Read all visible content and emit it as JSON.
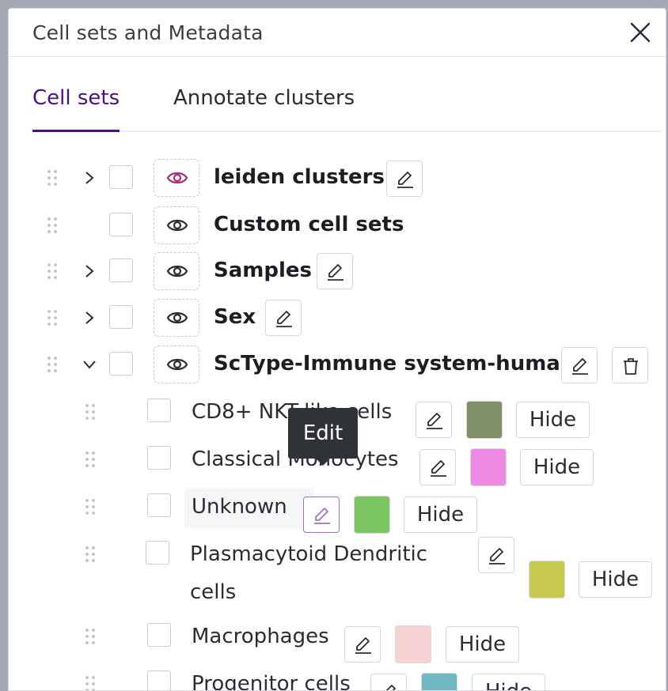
{
  "modal": {
    "title": "Cell sets and Metadata"
  },
  "tabs": [
    {
      "label": "Cell sets",
      "active": true
    },
    {
      "label": "Annotate clusters",
      "active": false
    }
  ],
  "groups": [
    {
      "label": "leiden clusters",
      "expanded": false
    },
    {
      "label": "Custom cell sets",
      "expanded": false
    },
    {
      "label": "Samples",
      "expanded": false
    },
    {
      "label": "Sex",
      "expanded": false
    },
    {
      "label": "ScType-Immune system-human",
      "expanded": true
    }
  ],
  "items": [
    {
      "label": "CD8+ NKT-like cells",
      "color": "#82906a",
      "hide_label": "Hide"
    },
    {
      "label": "Classical Monocytes",
      "color": "#ef8ae4",
      "hide_label": "Hide"
    },
    {
      "label": "Unknown",
      "color": "#7bc562",
      "hide_label": "Hide"
    },
    {
      "label_line1": "Plasmacytoid Dendritic",
      "label_line2": "cells",
      "color": "#c8c94f",
      "hide_label": "Hide"
    },
    {
      "label": "Macrophages",
      "color": "#f7d2d2",
      "hide_label": "Hide"
    },
    {
      "label": "Progenitor cells",
      "color": "#72b8c2",
      "hide_label": "Hide"
    }
  ],
  "tooltip": {
    "text": "Edit"
  },
  "colors": {
    "accent": "#4a1086",
    "eye_active": "#a3307c"
  }
}
